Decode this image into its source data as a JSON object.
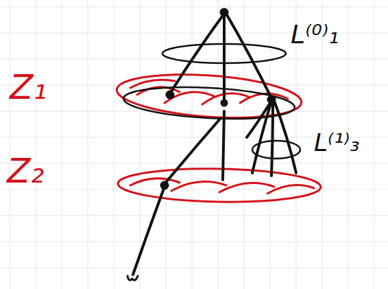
{
  "diagram": {
    "labels": [
      "Z₁",
      "Z₂",
      "L⁽⁰⁾₁",
      "L⁽¹⁾₃"
    ]
  }
}
